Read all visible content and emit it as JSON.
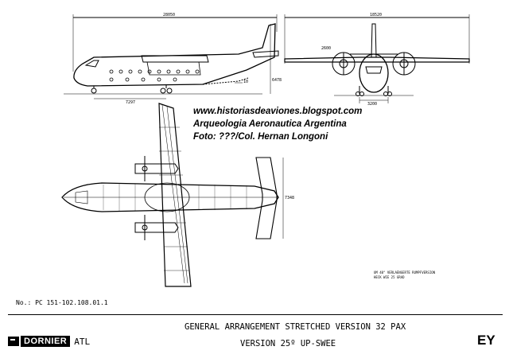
{
  "watermark": {
    "url": "www.historiasdeaviones.blogspot.com",
    "line2": "Arqueologia Aeronautica Argentina",
    "line3": "Foto: ???/Col. Hernan Longoni"
  },
  "dimensions": {
    "side_length": "28050",
    "side_height": "6478",
    "side_gear": "7297",
    "side_tail": "10",
    "front_span": "18520",
    "front_prop": "2600",
    "front_track": "3200",
    "top_tailspan": "7348"
  },
  "note": {
    "line1": "UM 40° VERLAENGERTE RUMPFVERSION",
    "line2": "HECK WIE 25 GRAD"
  },
  "document_number": "No.: PC 151-102.108.01.1",
  "logo": {
    "name": "DORNIER",
    "suffix": "ATL"
  },
  "title": {
    "line1": "GENERAL ARRANGEMENT STRETCHED VERSION 32 PAX",
    "line2": "VERSION 25º UP-SWEE"
  },
  "sheet_code": "EY"
}
